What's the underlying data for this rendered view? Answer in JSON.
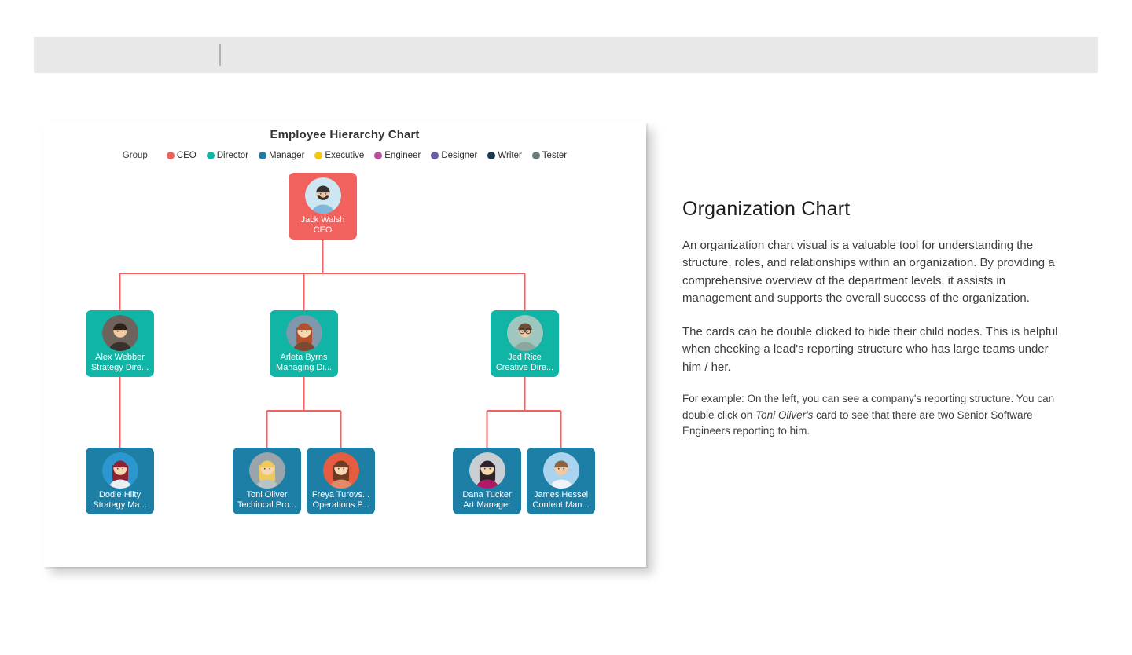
{
  "colors": {
    "connector": "#f1615e",
    "ceo": "#f1615e",
    "director": "#10b5a5",
    "manager": "#1d7ea6"
  },
  "chart": {
    "title": "Employee Hierarchy Chart",
    "legend": {
      "label": "Group",
      "items": [
        {
          "label": "CEO",
          "color": "#f1615e"
        },
        {
          "label": "Director",
          "color": "#10b5a5"
        },
        {
          "label": "Manager",
          "color": "#1f7ba4"
        },
        {
          "label": "Executive",
          "color": "#f5c713"
        },
        {
          "label": "Engineer",
          "color": "#b8519e"
        },
        {
          "label": "Designer",
          "color": "#6a5fa5"
        },
        {
          "label": "Writer",
          "color": "#17394f"
        },
        {
          "label": "Tester",
          "color": "#6d7b7c"
        }
      ]
    },
    "nodes": [
      {
        "name": "Jack Walsh",
        "title": "CEO",
        "group": "CEO",
        "color": "#f1615e",
        "avatar": {
          "bg": "#cde7f2",
          "skin": "#f3c9a2",
          "hair": "#35302b",
          "shirt": "#7fb6d9",
          "beard": true
        }
      },
      {
        "name": "Alex Webber",
        "title": "Strategy Dire...",
        "group": "Director",
        "color": "#10b5a5",
        "avatar": {
          "bg": "#6e625c",
          "skin": "#f3c9a2",
          "hair": "#2b2118",
          "shirt": "#37322e"
        }
      },
      {
        "name": "Arleta Byrns",
        "title": "Managing Di...",
        "group": "Director",
        "color": "#10b5a5",
        "avatar": {
          "bg": "#7f98ad",
          "skin": "#f6d7b2",
          "hair": "#b34f2b",
          "shirt": "#7c4a33",
          "long_hair": true
        }
      },
      {
        "name": "Jed Rice",
        "title": "Creative Dire...",
        "group": "Director",
        "color": "#10b5a5",
        "avatar": {
          "bg": "#9ec7c0",
          "skin": "#f3c9a2",
          "hair": "#6b4e33",
          "shirt": "#8aa8a0",
          "glasses": true
        }
      },
      {
        "name": "Dodie Hilty",
        "title": "Strategy Ma...",
        "group": "Manager",
        "color": "#1d7ea6",
        "avatar": {
          "bg": "#2b96cf",
          "skin": "#f6d7b2",
          "hair": "#8f2230",
          "shirt": "#e9eef0",
          "long_hair": true
        }
      },
      {
        "name": "Toni Oliver",
        "title": "Techincal Pro...",
        "group": "Manager",
        "color": "#1d7ea6",
        "avatar": {
          "bg": "#9aa5ab",
          "skin": "#f6d7b2",
          "hair": "#f0c95c",
          "shirt": "#b9c3c6",
          "long_hair": true
        }
      },
      {
        "name": "Freya Turovs...",
        "title": "Operations P...",
        "group": "Manager",
        "color": "#1d7ea6",
        "avatar": {
          "bg": "#e55c41",
          "skin": "#f6d7b2",
          "hair": "#6f3b22",
          "shirt": "#e08a68",
          "long_hair": true
        }
      },
      {
        "name": "Dana Tucker",
        "title": "Art Manager",
        "group": "Manager",
        "color": "#1d7ea6",
        "avatar": {
          "bg": "#c9ced2",
          "skin": "#f6d7b2",
          "hair": "#2e2428",
          "shirt": "#ad1a66",
          "long_hair": true
        }
      },
      {
        "name": "James Hessel",
        "title": "Content Man...",
        "group": "Manager",
        "color": "#1d7ea6",
        "avatar": {
          "bg": "#a9d3ee",
          "skin": "#f3c9a2",
          "hair": "#8a6440",
          "shirt": "#eef4f7"
        }
      }
    ]
  },
  "description": {
    "heading": "Organization Chart",
    "para1": "An organization chart visual is a valuable tool for understanding the structure, roles, and relationships within an organization. By providing a comprehensive overview of the department levels, it assists in management and supports the overall success of the organization.",
    "para2": "The cards can be double clicked to hide their child nodes. This is helpful when checking a lead's reporting structure who has large teams under him / her.",
    "para3_before": "For example: On the left, you can see a company's reporting structure. You can double click on ",
    "para3_italic": "Toni Oliver's",
    "para3_after": " card to see that there are two Senior Software Engineers reporting to him."
  }
}
